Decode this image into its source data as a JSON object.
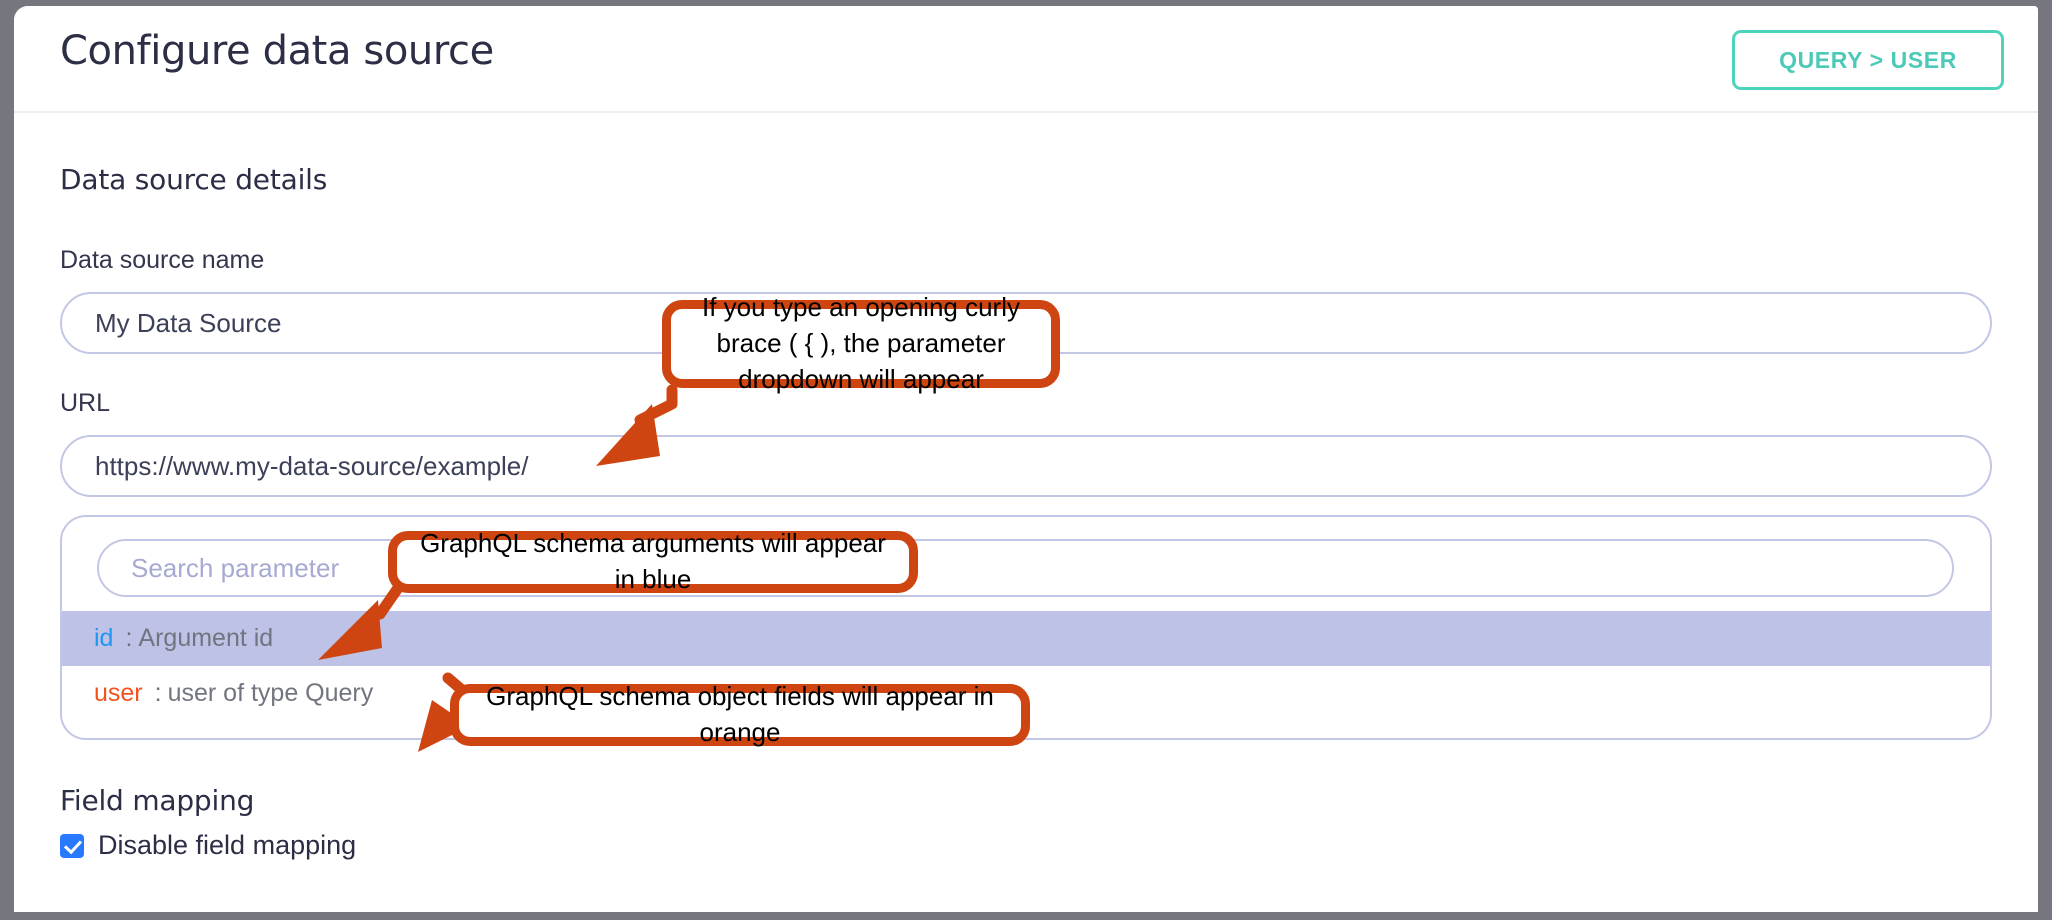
{
  "window": {
    "frame_color": "#76767f",
    "card_background": "#ffffff"
  },
  "header": {
    "title": "Configure data source",
    "title_color": "#2b2e45",
    "query_button": {
      "label": "QUERY > USER",
      "accent_color": "#4ed3be"
    }
  },
  "main": {
    "sections": {
      "data_source_details": "Data source details",
      "field_mapping": "Field mapping"
    },
    "fields": {
      "data_source_name": {
        "label": "Data source name",
        "value": "My Data Source",
        "placeholder": "Data source name"
      },
      "url": {
        "label": "URL",
        "value": "https://www.my-data-source/example/",
        "placeholder": "URL"
      }
    },
    "parameter_dropdown": {
      "search": {
        "value": "",
        "placeholder": "Search parameter"
      },
      "items": [
        {
          "key": "id",
          "separator": ":",
          "description": "Argument id",
          "key_color": "#2196f3",
          "kind": "argument",
          "selected": true
        },
        {
          "key": "user",
          "separator": ":",
          "description": "user of type Query",
          "key_color": "#f4511e",
          "kind": "object-field",
          "selected": false
        }
      ],
      "highlight_color": "#bec2e7",
      "border_color": "#c3c7e6"
    },
    "checkbox": {
      "label": "Disable field mapping",
      "checked": true,
      "color": "#2979ff"
    }
  },
  "annotations": {
    "accent_color": "#cf4511",
    "callouts": [
      {
        "id": "curly-brace-hint",
        "text": "If you type an opening curly brace ( { ), the parameter dropdown will appear"
      },
      {
        "id": "blue-arguments-hint",
        "text": "GraphQL schema arguments will appear in blue"
      },
      {
        "id": "orange-fields-hint",
        "text": "GraphQL schema object fields will appear in orange"
      }
    ]
  }
}
